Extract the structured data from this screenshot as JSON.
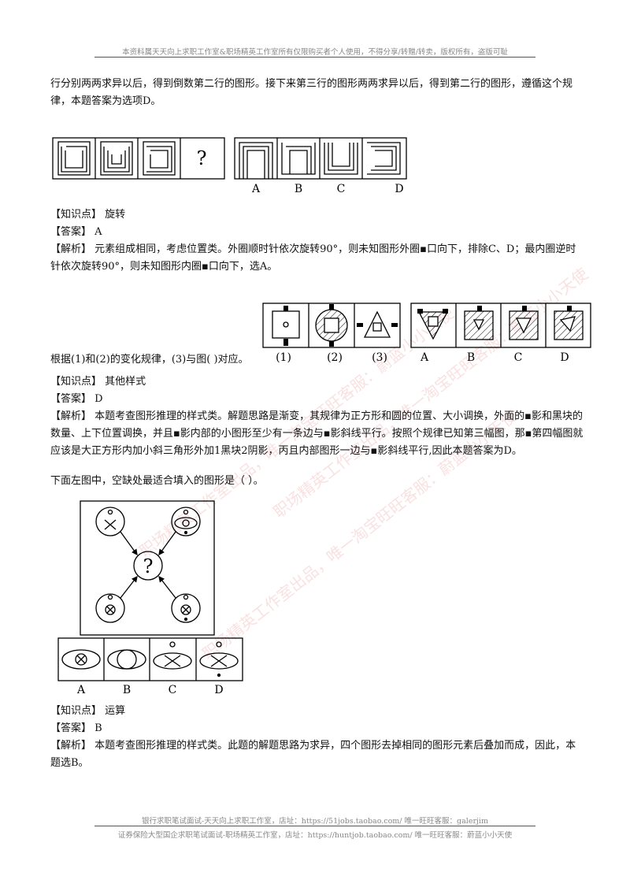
{
  "header": {
    "text": "本资料属天天向上求职工作室&职场精英工作室所有仅限购买者个人使用，不得分享/转赠/转卖，版权所有，盗版可耻"
  },
  "q1": {
    "para": "行分别两两求异以后，得到倒数第二行的图形。接下来第三行的图形两两求异以后，得到第二行的图形，遵循这个规律，本题答案为选项D。",
    "question_mark": "?",
    "options": [
      "A",
      "B",
      "C",
      "D"
    ],
    "knowledge": "【知识点】 旋转",
    "answer": "【答案】 A",
    "analysis": "【解析】 元素组成相同，考虑位置类。外圈顺时针依次旋转90°，则未知图形外圈▪口向下，排除C、D；最内圈逆时针依次旋转90°，则未知图形内圈▪口向下，选A。"
  },
  "q2": {
    "question": "根据(1)和(2)的变化规律，(3)与图( )对应。",
    "labels": [
      "(1)",
      "(2)",
      "(3)"
    ],
    "options": [
      "A",
      "B",
      "C",
      "D"
    ],
    "knowledge": "【知识点】 其他样式",
    "answer": "【答案】 D",
    "analysis": "【解析】 本题考查图形推理的样式类。解题思路是渐变，其规律为正方形和圆的位置、大小调换，外面的▪影和黑块的数量、上下位置调换，并且▪影内部的小图形至少有一条边与▪影斜线平行。按照个规律已知第三幅图，那▪第四幅图就应该是大正方形内加小斜三角形外加1黑块2阴影，丙且内部图形一边与▪影斜线平行,因此本题答案为D。"
  },
  "q3": {
    "question": "下面左图中，空缺处最适合填入的图形是（ ）。",
    "question_mark": "?",
    "options": [
      "A",
      "B",
      "C",
      "D"
    ],
    "knowledge": "【知识点】 运算",
    "answer": "【答案】 B",
    "analysis": "【解析】 本题考查图形推理的样式类。此题的解题思路为求异，四个图形去掉相同的图形元素后叠加而成，因此，本题选B。"
  },
  "watermarks": [
    "职场精英工作室出品，唯一淘宝旺旺客服：蔚蓝小小天使",
    "职场精英工作室出品，唯一淘宝旺旺客服：蔚蓝小小天使",
    "职场精英工作室出品，唯一淘宝旺旺客服：蔚蓝小小天使"
  ],
  "footer": {
    "line1": "银行求职笔试面试-天天向上求职工作室，店址：https://51jobs.taobao.com/ 唯一旺旺客服：galerjim",
    "line2": "证券保险大型国企求职笔试面试-职场精英工作室，店址：https://huntjob.taobao.com/ 唯一旺旺客服：蔚蓝小小天使"
  }
}
